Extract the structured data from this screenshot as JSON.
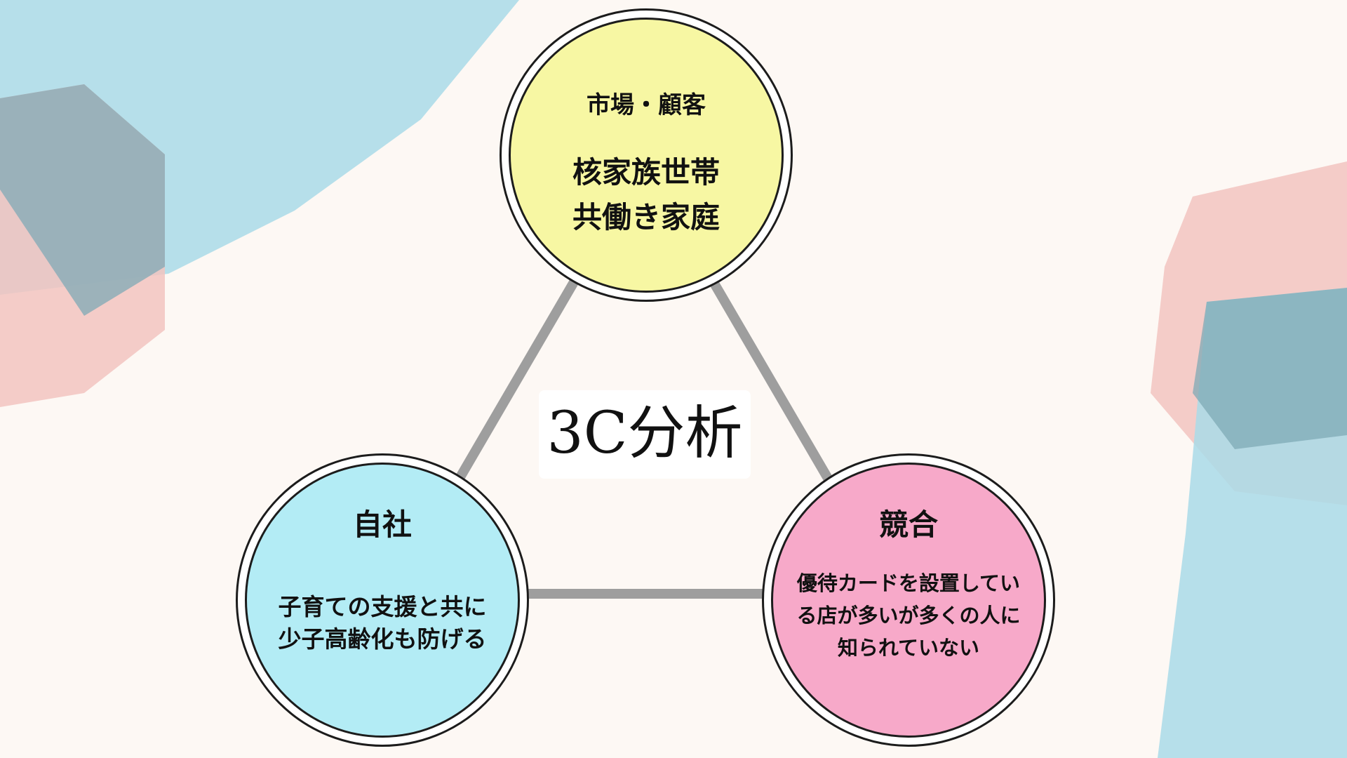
{
  "title": "3C分析",
  "market": {
    "heading": "市場・顧客",
    "line1": "核家族世帯",
    "line2": "共働き家庭",
    "fill": "#f7f7a3"
  },
  "company": {
    "heading": "自社",
    "line1": "子育ての支援と共に",
    "line2": "少子高齢化も防げる",
    "fill": "#b3ecf5"
  },
  "competitor": {
    "heading": "競合",
    "line1": "優待カードを設置してい",
    "line2": "る店が多いが多くの人に",
    "line3": "知られていない",
    "fill": "#f7a9c9"
  },
  "colors": {
    "background": "#fdf8f4",
    "connector": "#9e9e9e",
    "deco_blue": "#a9dbe8",
    "deco_pink": "#f2c4c0",
    "deco_slate": "#7fa9b5"
  }
}
